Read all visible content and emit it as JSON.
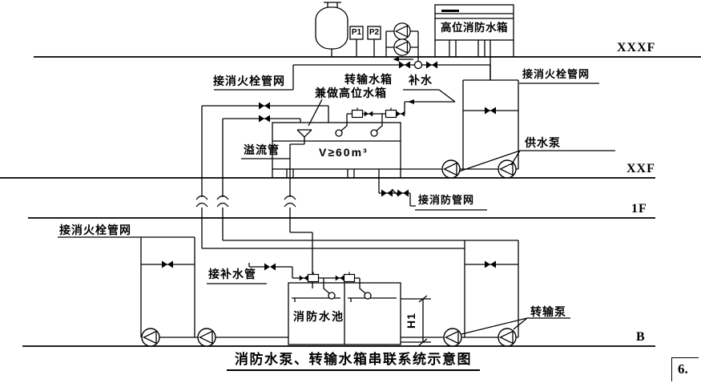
{
  "title": "消防水泵、转输水箱串联系统示意图",
  "page_number": "6.",
  "floor_labels": {
    "roof": "XXXF",
    "upper": "XXF",
    "first": "1F",
    "basement": "B"
  },
  "gauges": {
    "p1": "P1",
    "p2": "P2"
  },
  "equipment_labels": {
    "high_tank": "高位消防水箱",
    "transfer_tank_line1": "转输水箱",
    "transfer_tank_line2": "兼做高位水箱",
    "tank_volume": "V≥60m³",
    "supply_pump": "供水泵",
    "fire_pool": "消防水池",
    "transfer_pump": "转输泵",
    "pool_depth": "H1"
  },
  "pipe_labels": {
    "hydrant_top": "接消火栓管网",
    "hydrant_right": "接消火栓管网",
    "hydrant_bottom_left": "接消火栓管网",
    "makeup_water": "补水",
    "overflow": "溢流管",
    "fire_network": "接消防管网",
    "makeup_pipe": "接补水管"
  },
  "colors": {
    "line": "#000000",
    "background": "#ffffff"
  }
}
